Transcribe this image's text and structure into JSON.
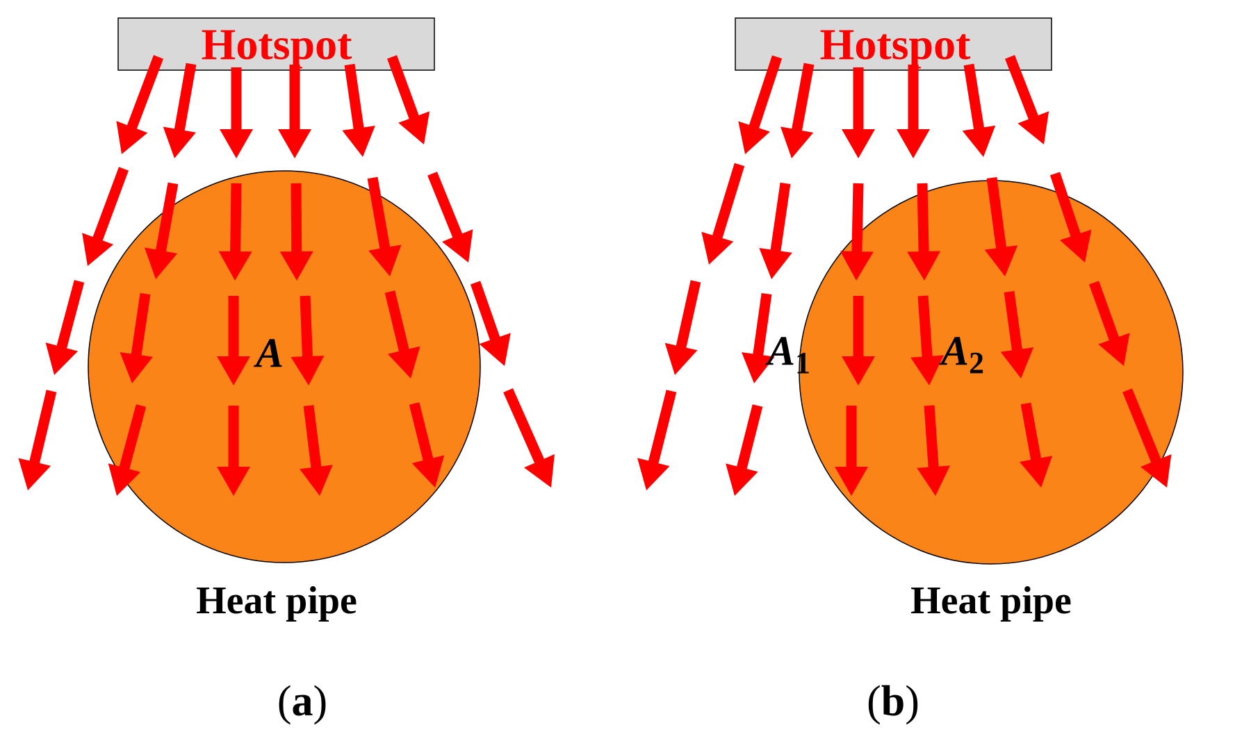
{
  "panels": [
    {
      "id": "a",
      "hotspot_label": "Hotspot",
      "pipe_label": "Heat pipe",
      "caption_open": "(",
      "caption_letter": "a",
      "caption_close": ")",
      "areas": [
        {
          "base": "A",
          "sub": ""
        }
      ]
    },
    {
      "id": "b",
      "hotspot_label": "Hotspot",
      "pipe_label": "Heat pipe",
      "caption_open": "(",
      "caption_letter": "b",
      "caption_close": ")",
      "areas": [
        {
          "base": "A",
          "sub": "1"
        },
        {
          "base": "A",
          "sub": "2"
        }
      ]
    }
  ],
  "colors": {
    "arrow": "#ff0000",
    "pipe_fill": "#fb8419",
    "hotspot_fill": "#d9d9d9",
    "hotspot_text": "#ff0000"
  }
}
